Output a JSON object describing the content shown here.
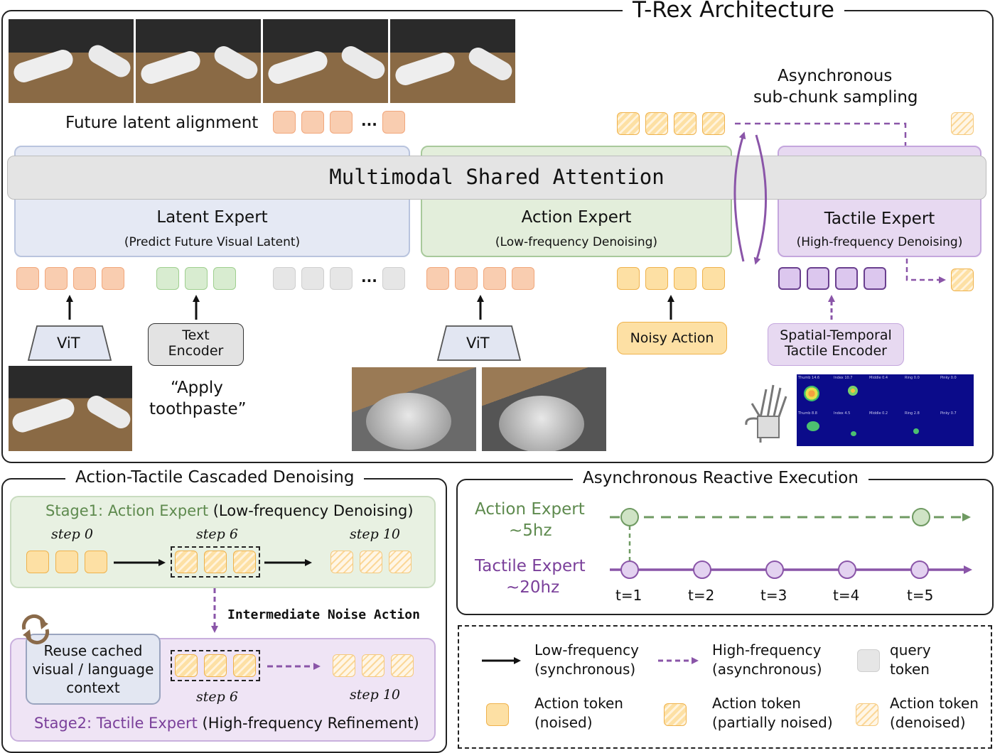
{
  "top": {
    "title": "T-Rex Architecture",
    "future_latent_label": "Future latent alignment",
    "async_label_line1": "Asynchronous",
    "async_label_line2": "sub-chunk sampling",
    "shared_attention": "Multimodal Shared Attention",
    "ellipsis": "...",
    "latent_expert": {
      "title": "Latent Expert",
      "subtitle": "(Predict Future Visual Latent)"
    },
    "action_expert": {
      "title": "Action Expert",
      "subtitle": "(Low-frequency Denoising)"
    },
    "tactile_expert": {
      "title": "Tactile Expert",
      "subtitle": "(High-frequency Denoising)"
    },
    "vit_label": "ViT",
    "text_encoder_line1": "Text",
    "text_encoder_line2": "Encoder",
    "instruction_line1": "“Apply",
    "instruction_line2": "toothpaste”",
    "noisy_action": "Noisy Action",
    "tactile_encoder_line1": "Spatial-Temporal",
    "tactile_encoder_line2": "Tactile Encoder",
    "heatmap_labels": [
      "Thumb 14.6",
      "Index 10.7",
      "Middle 0.4",
      "Ring 0.0",
      "Pinky 0.0",
      "Thumb 8.8",
      "Index 4.5",
      "Middle 0.2",
      "Ring 2.8",
      "Pinky 0.7"
    ]
  },
  "cascade": {
    "title": "Action-Tactile Cascaded Denoising",
    "stage1_colored": "Stage1: Action Expert",
    "stage1_rest": " (Low-frequency Denoising)",
    "step0": "step 0",
    "step6": "step 6",
    "step10": "step 10",
    "intermediate": "Intermediate Noise Action",
    "reuse_line1": "Reuse cached",
    "reuse_line2": "visual / language",
    "reuse_line3": "context",
    "stage2_colored": "Stage2: Tactile Expert",
    "stage2_rest": " (High-frequency Refinement)"
  },
  "async": {
    "title": "Asynchronous Reactive Execution",
    "action_line1": "Action Expert",
    "action_line2": "~5hz",
    "tactile_line1": "Tactile Expert",
    "tactile_line2": "~20hz",
    "times": [
      "t=1",
      "t=2",
      "t=3",
      "t=4",
      "t=5"
    ]
  },
  "legend": {
    "low_line1": "Low-frequency",
    "low_line2": "(synchronous)",
    "high_line1": "High-frequency",
    "high_line2": "(asynchronous)",
    "query_line1": "query",
    "query_line2": "token",
    "noised_line1": "Action token",
    "noised_line2": "(noised)",
    "partial_line1": "Action token",
    "partial_line2": "(partially noised)",
    "denoised_line1": "Action token",
    "denoised_line2": "(denoised)"
  },
  "colors": {
    "green_text": "#5e8a4e",
    "purple_text": "#7a3f9a",
    "purple_line": "#8a55a8",
    "green_line": "#6f9a62"
  }
}
